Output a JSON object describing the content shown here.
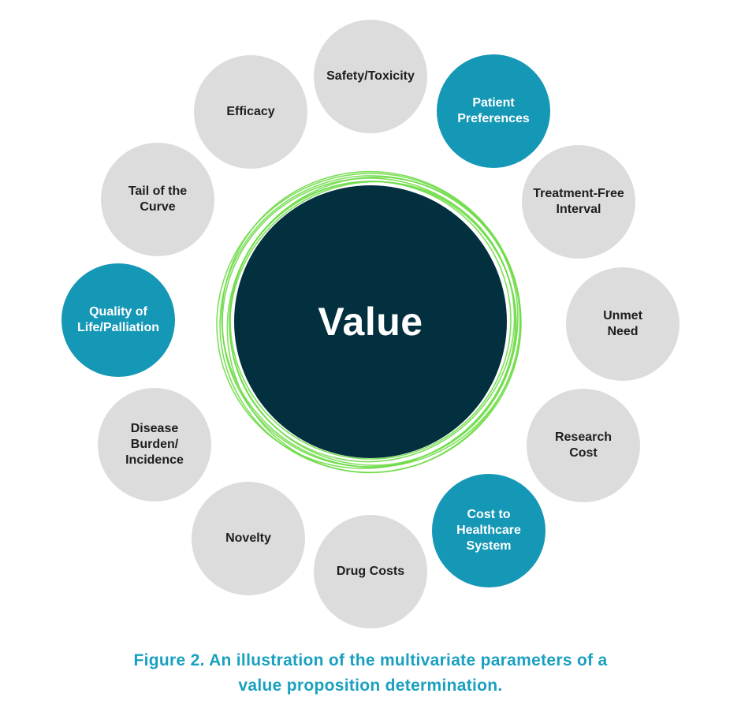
{
  "center": {
    "label": "Value",
    "fill": "#03303f",
    "ring_color": "#6fdc48"
  },
  "colors": {
    "neutral": "#dcdcdc",
    "highlight": "#1597b6",
    "caption": "#1aa0c0"
  },
  "nodes": [
    {
      "id": "safety-toxicity",
      "label": "Safety/Toxicity",
      "style": "neutral"
    },
    {
      "id": "patient-preferences",
      "label": "Patient\nPreferences",
      "style": "highlight"
    },
    {
      "id": "treatment-free-interval",
      "label": "Treatment-Free\nInterval",
      "style": "neutral"
    },
    {
      "id": "unmet-need",
      "label": "Unmet\nNeed",
      "style": "neutral"
    },
    {
      "id": "research-cost",
      "label": "Research\nCost",
      "style": "neutral"
    },
    {
      "id": "cost-to-healthcare-system",
      "label": "Cost to\nHealthcare\nSystem",
      "style": "highlight"
    },
    {
      "id": "drug-costs",
      "label": "Drug Costs",
      "style": "neutral"
    },
    {
      "id": "novelty",
      "label": "Novelty",
      "style": "neutral"
    },
    {
      "id": "disease-burden-incidence",
      "label": "Disease\nBurden/\nIncidence",
      "style": "neutral"
    },
    {
      "id": "quality-of-life-palliation",
      "label": "Quality of\nLife/Palliation",
      "style": "highlight"
    },
    {
      "id": "tail-of-the-curve",
      "label": "Tail of the\nCurve",
      "style": "neutral"
    },
    {
      "id": "efficacy",
      "label": "Efficacy",
      "style": "neutral"
    }
  ],
  "caption": {
    "line1": "Figure 2. An illustration of the multivariate parameters of a",
    "line2": "value proposition determination."
  }
}
